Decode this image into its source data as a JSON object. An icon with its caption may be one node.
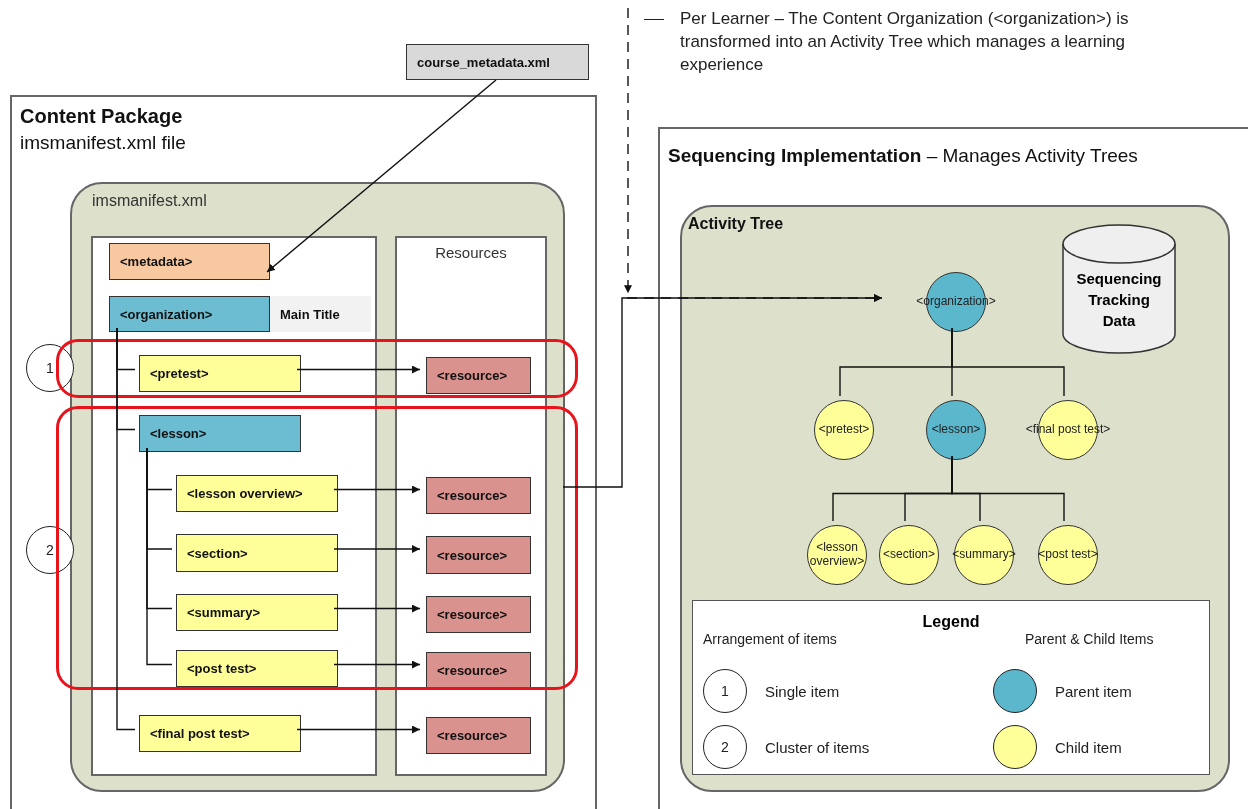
{
  "diagram": {
    "nodes": [
      {
        "text": [
          "course_metadata.xml"
        ]
      },
      {
        "text": [
          "Content Package",
          "imsmanifest.xml file"
        ]
      },
      {
        "text": [
          "imsmanifest.xml"
        ],
        "in": 1
      },
      {
        "text": [
          "Resources"
        ],
        "in": 2
      },
      {
        "text": [
          "<metadata>"
        ],
        "in": 2
      },
      {
        "text": [
          "<organization>"
        ],
        "in": 2
      },
      {
        "text": [
          "Main Title"
        ],
        "in": 2
      },
      {
        "text": [
          "<pretest>"
        ],
        "in": 2
      },
      {
        "text": [
          "<resource>"
        ],
        "in": 3
      },
      {
        "text": [
          "<lesson>"
        ],
        "in": 2
      },
      {
        "text": [
          "<lesson overview>"
        ],
        "in": 2
      },
      {
        "text": [
          "<resource>"
        ],
        "in": 3
      },
      {
        "text": [
          "<section>"
        ],
        "in": 2
      },
      {
        "text": [
          "<resource>"
        ],
        "in": 3
      },
      {
        "text": [
          "<summary>"
        ],
        "in": 2
      },
      {
        "text": [
          "<resource>"
        ],
        "in": 3
      },
      {
        "text": [
          "<post test>"
        ],
        "in": 2
      },
      {
        "text": [
          "<resource>"
        ],
        "in": 3
      },
      {
        "text": [
          "<final post test>"
        ],
        "in": 2
      },
      {
        "text": [
          "<resource>"
        ],
        "in": 3
      },
      {
        "text": [
          "1"
        ],
        "in": 1
      },
      {
        "text": [
          "2"
        ],
        "in": 1
      },
      {
        "text": [
          "Per Learner – The Content Organization (<organization>) is transformed into an Activity Tree which manages a learning experience"
        ]
      },
      {
        "text": [
          "**Sequencing Implementation** – Manages Activity Trees"
        ]
      },
      {
        "text": [
          "Activity Tree"
        ],
        "in": 23
      },
      {
        "text": [
          "Sequencing Tracking Data"
        ],
        "in": 24
      },
      {
        "text": [
          "<organization>"
        ],
        "in": 24
      },
      {
        "text": [
          "<pretest>"
        ],
        "in": 24
      },
      {
        "text": [
          "<lesson>"
        ],
        "in": 24
      },
      {
        "text": [
          "<final post test>"
        ],
        "in": 24
      },
      {
        "text": [
          "<lesson overview>"
        ],
        "in": 24
      },
      {
        "text": [
          "<section>"
        ],
        "in": 24
      },
      {
        "text": [
          "<summary>"
        ],
        "in": 24
      },
      {
        "text": [
          "<post test>"
        ],
        "in": 24
      }
    ],
    "edges": [
      {
        "from": 0,
        "to": 4,
        "arrow": "to"
      },
      {
        "from": 5,
        "to": 7,
        "arrow": "none"
      },
      {
        "from": 5,
        "to": 9,
        "arrow": "none"
      },
      {
        "from": 5,
        "to": 18,
        "arrow": "none"
      },
      {
        "from": 9,
        "to": 10,
        "arrow": "none"
      },
      {
        "from": 9,
        "to": 12,
        "arrow": "none"
      },
      {
        "from": 9,
        "to": 14,
        "arrow": "none"
      },
      {
        "from": 9,
        "to": 16,
        "arrow": "none"
      },
      {
        "from": 7,
        "to": 8,
        "arrow": "to"
      },
      {
        "from": 10,
        "to": 11,
        "arrow": "to"
      },
      {
        "from": 12,
        "to": 13,
        "arrow": "to"
      },
      {
        "from": 14,
        "to": 15,
        "arrow": "to"
      },
      {
        "from": 16,
        "to": 17,
        "arrow": "to"
      },
      {
        "from": 18,
        "to": 19,
        "arrow": "to"
      },
      {
        "from": 2,
        "to": 26,
        "arrow": "to"
      },
      {
        "from": 22,
        "to": 26,
        "arrow": "to",
        "style": "dashed"
      },
      {
        "from": 26,
        "to": 27,
        "arrow": "none"
      },
      {
        "from": 26,
        "to": 28,
        "arrow": "none"
      },
      {
        "from": 26,
        "to": 29,
        "arrow": "none"
      },
      {
        "from": 28,
        "to": 30,
        "arrow": "none"
      },
      {
        "from": 28,
        "to": 31,
        "arrow": "none"
      },
      {
        "from": 28,
        "to": 32,
        "arrow": "none"
      },
      {
        "from": 28,
        "to": 33,
        "arrow": "none"
      }
    ],
    "labels": [
      "Legend",
      "Arrangement of items",
      "Parent & Child Items",
      "1",
      "2"
    ],
    "legend": [
      {
        "text": "Single item"
      },
      {
        "text": "Cluster of items"
      },
      {
        "text": "Parent item",
        "color": "#5bb7cc"
      },
      {
        "text": "Child item",
        "color": "#ffff99"
      }
    ]
  }
}
